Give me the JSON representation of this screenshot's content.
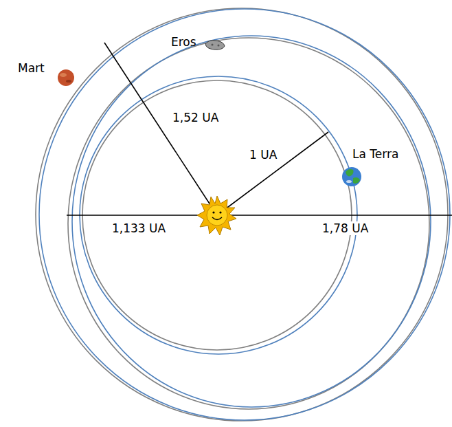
{
  "diagram": {
    "labels": [
      "Mart",
      "Eros",
      "1,52 UA",
      "1 UA",
      "La Terra",
      "1,133 UA",
      "1,78 UA"
    ]
  }
}
